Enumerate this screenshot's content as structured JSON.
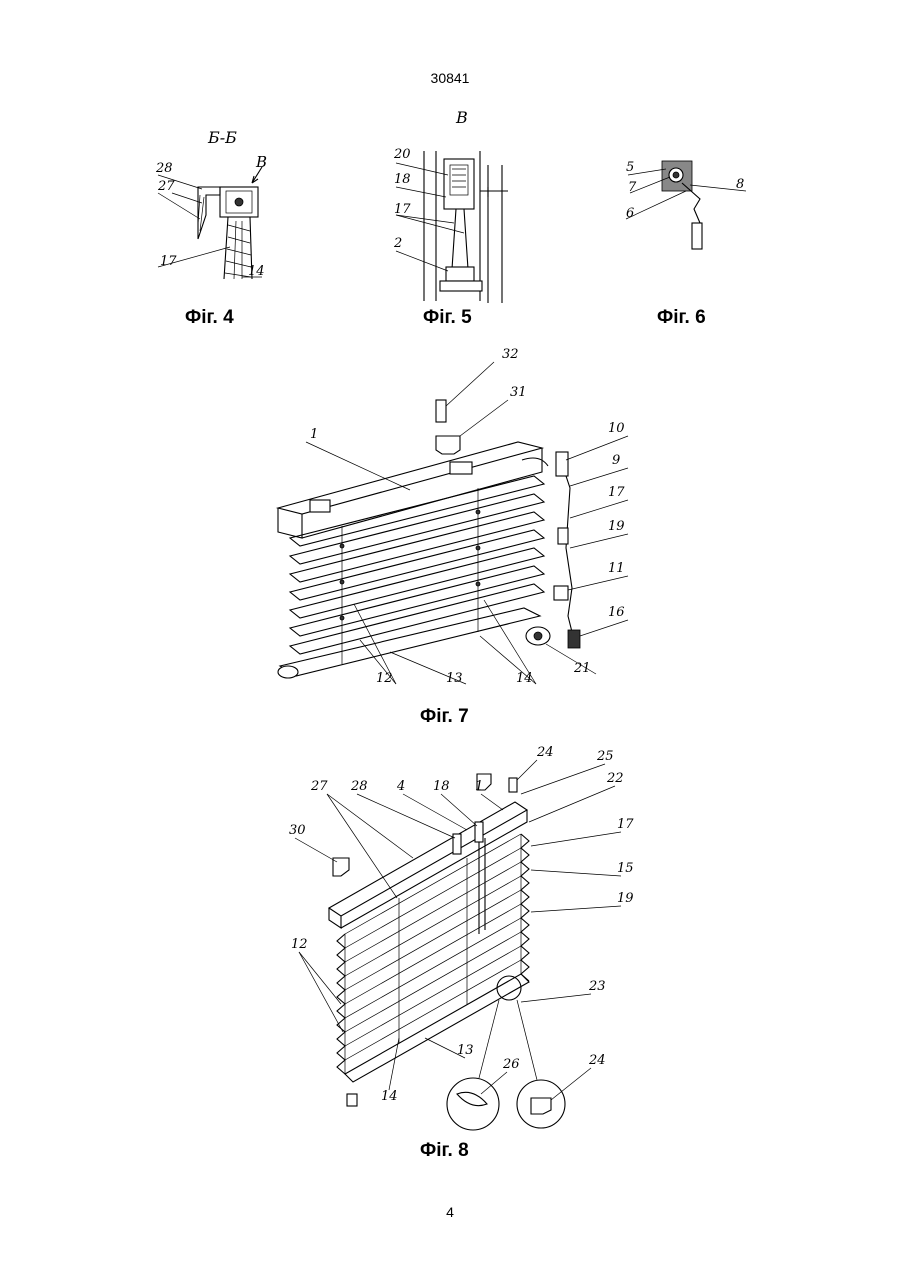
{
  "header": {
    "doc_number": "30841"
  },
  "footer": {
    "page_number": "4"
  },
  "figures": {
    "fig4": {
      "caption": "Фіг. 4",
      "section": "Б-Б",
      "view_arrow": "В",
      "labels": {
        "l28": "28",
        "l27": "27",
        "l17": "17",
        "l14": "14"
      }
    },
    "fig5": {
      "caption": "Фіг. 5",
      "view": "В",
      "labels": {
        "l20": "20",
        "l18": "18",
        "l17": "17",
        "l2": "2"
      }
    },
    "fig6": {
      "caption": "Фіг. 6",
      "labels": {
        "l5": "5",
        "l7": "7",
        "l6": "6",
        "l8": "8"
      }
    },
    "fig7": {
      "caption": "Фіг. 7",
      "labels": {
        "l32": "32",
        "l31": "31",
        "l1": "1",
        "l10": "10",
        "l9": "9",
        "l17": "17",
        "l19": "19",
        "l11": "11",
        "l16": "16",
        "l21": "21",
        "l12": "12",
        "l13": "13",
        "l14": "14"
      }
    },
    "fig8": {
      "caption": "Фіг. 8",
      "labels": {
        "l24a": "24",
        "l25": "25",
        "l22": "22",
        "l27": "27",
        "l28": "28",
        "l4": "4",
        "l18": "18",
        "l1": "1",
        "l17": "17",
        "l15": "15",
        "l30": "30",
        "l19": "19",
        "l12": "12",
        "l23": "23",
        "l13": "13",
        "l26": "26",
        "l24b": "24",
        "l14": "14"
      }
    }
  }
}
